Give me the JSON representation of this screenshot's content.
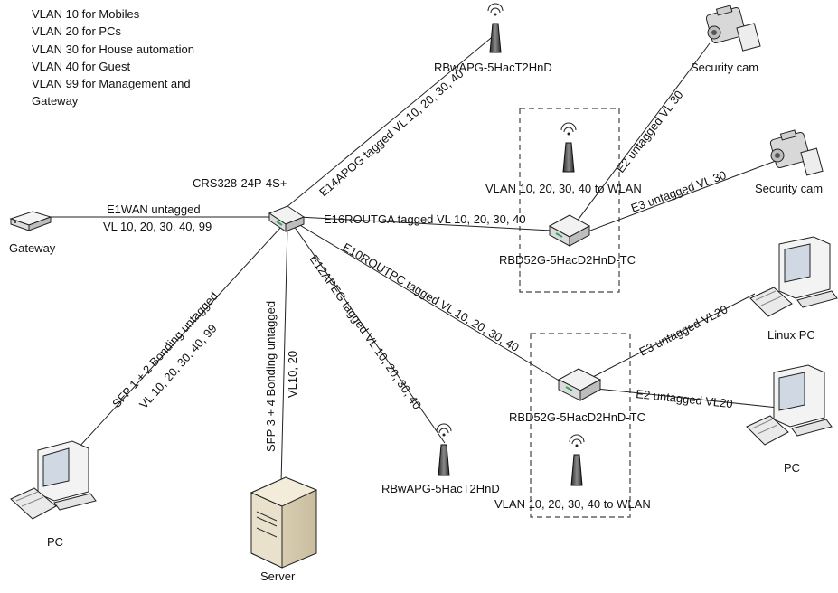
{
  "legend": [
    "VLAN 10 for Mobiles",
    "VLAN 20 for PCs",
    "VLAN 30 for House automation",
    "VLAN 40 for Guest",
    "VLAN 99 for Management and Gateway"
  ],
  "nodes": {
    "switch": "CRS328-24P-4S+",
    "gateway": "Gateway",
    "ap_top": "RBwAPG-5HacT2HnD",
    "ap_bottom": "RBwAPG-5HacT2HnD",
    "router_upper": "RBD52G-5HacD2HnD-TC",
    "router_lower": "RBD52G-5HacD2HnD-TC",
    "cam_top": "Security cam",
    "cam_mid": "Security cam",
    "linux_pc": "Linux PC",
    "pc_right": "PC",
    "pc_left": "PC",
    "server": "Server"
  },
  "links": {
    "gateway_1": "E1WAN untagged",
    "gateway_2": "VL 10, 20, 30, 40, 99",
    "ap_top": "E14APOG tagged VL 10, 20, 30, 40",
    "router_upper": "E16ROUTGA tagged VL 10, 20, 30, 40",
    "router_lower": "E10ROUTPC tagged VL 10, 20, 30, 40",
    "ap_bottom": "E12APEG tagged VL 10, 20, 30, 40",
    "server_1": "SFP 3 + 4 Bonding untagged",
    "server_2": "VL10, 20",
    "pc_left_1": "SFP 1 + 2 Bonding untagged",
    "pc_left_2": "VL 10, 20, 30, 40, 99",
    "cam_top": "E2 untagged VL 30",
    "cam_mid": "E3 untagged VL 30",
    "linux_pc": "E3 untagged VL20",
    "pc_right": "E2 untagged VL20"
  },
  "wlan": {
    "upper": "VLAN 10, 20, 30, 40 to WLAN",
    "lower": "VLAN 10, 20, 30, 40 to WLAN"
  }
}
